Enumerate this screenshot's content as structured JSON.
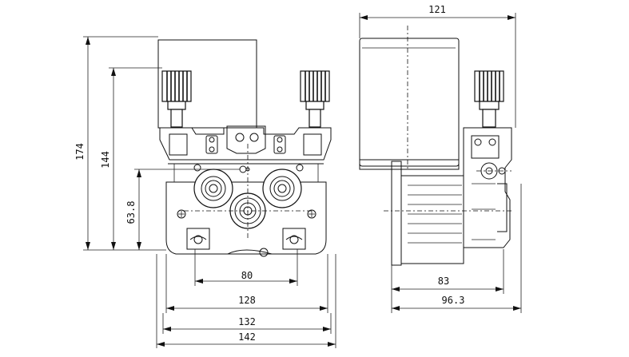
{
  "drawing": {
    "front_view": {
      "dims": {
        "d174": "174",
        "d144": "144",
        "d63_8": "63.8",
        "d80": "80",
        "d128": "128",
        "d132": "132",
        "d142": "142"
      }
    },
    "side_view": {
      "dims": {
        "d121": "121",
        "d83": "83",
        "d96_3": "96.3"
      }
    }
  }
}
